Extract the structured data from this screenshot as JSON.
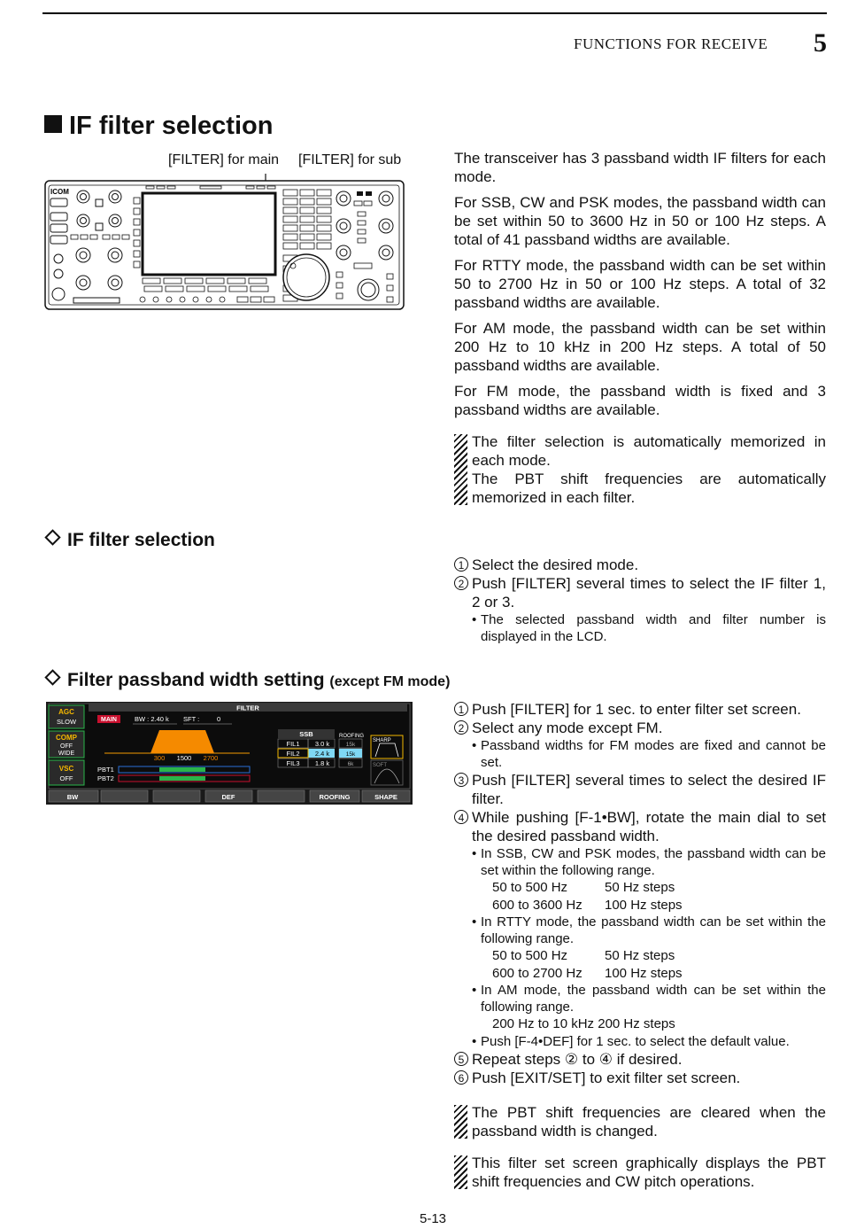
{
  "header": {
    "section": "FUNCTIONS FOR RECEIVE",
    "chapter": "5"
  },
  "title": "IF filter selection",
  "figure1": {
    "label_main": "[FILTER] for main",
    "label_sub": "[FILTER] for sub",
    "logo": "ICOM"
  },
  "intro": [
    "The transceiver has 3 passband width IF filters for each mode.",
    "For SSB, CW and PSK modes, the passband width can be set within 50 to 3600 Hz in 50 or 100 Hz steps. A total of 41 passband widths are available.",
    "For RTTY mode, the passband width can be set within 50 to 2700 Hz in 50 or 100 Hz steps. A total of 32 passband widths are available.",
    "For AM mode, the passband width can be set within 200 Hz to 10 kHz in 200 Hz steps. A total of 50 passband widths are available.",
    "For FM mode, the passband width is fixed and 3 passband widths are available."
  ],
  "notes1": [
    "The filter selection is automatically memorized in each mode.",
    "The PBT shift frequencies are automatically memorized in each filter."
  ],
  "sub1": {
    "title": "IF filter selection",
    "steps": [
      {
        "n": "1",
        "text": "Select the desired mode."
      },
      {
        "n": "2",
        "text": "Push [FILTER] several times to select the IF filter 1, 2 or 3."
      }
    ],
    "bullet": "The selected passband width and filter number is displayed in the LCD."
  },
  "sub2": {
    "title": "Filter passband width setting",
    "title_suffix": "(except FM mode)",
    "s1": "Push [FILTER] for 1 sec. to enter filter set screen.",
    "s2": "Select any mode except FM.",
    "s2b": "Passband widths for FM modes are fixed and cannot be set.",
    "s3": "Push [FILTER] several times to select the desired IF filter.",
    "s4": "While pushing [F-1•BW], rotate the main dial to set the desired passband width.",
    "s4b1": "In SSB, CW and PSK modes, the passband width can be set within the following range.",
    "r1a": "50 to 500 Hz",
    "r1b": "50 Hz steps",
    "r2a": "600 to 3600 Hz",
    "r2b": "100 Hz steps",
    "s4b2": "In RTTY mode, the passband width can be set within the following range.",
    "r3a": "50 to 500 Hz",
    "r3b": "50 Hz steps",
    "r4a": "600 to 2700 Hz",
    "r4b": "100 Hz steps",
    "s4b3": "In AM mode, the passband width can be set within the following range.",
    "r5": "200 Hz to 10 kHz 200 Hz steps",
    "s4b4": "Push [F-4•DEF] for 1 sec. to select the default value.",
    "s5": "Repeat steps ② to ④ if desired.",
    "s6": "Push [EXIT/SET] to exit filter set screen."
  },
  "notes2": [
    "The PBT shift frequencies are cleared when the passband width is changed.",
    "This filter set screen graphically displays the PBT shift frequencies and CW pitch operations."
  ],
  "lcd": {
    "title": "FILTER",
    "side": [
      {
        "a": "AGC",
        "b": "SLOW"
      },
      {
        "a": "COMP",
        "b": "OFF",
        "c": "WIDE"
      },
      {
        "a": "VSC",
        "b": "OFF"
      }
    ],
    "main_tag": "MAIN",
    "bw_label": "BW : 2.40 k",
    "sft_label": "SFT :",
    "sft_val": "0",
    "freq_l": "300",
    "freq_c": "1500",
    "freq_r": "2700",
    "pbt1": "PBT1",
    "pbt2": "PBT2",
    "mode": "SSB",
    "roofing": "ROOFING",
    "rows": [
      {
        "f": "FIL1",
        "v": "3.0 k",
        "r": "15k"
      },
      {
        "f": "FIL2",
        "v": "2.4 k",
        "r": "15k"
      },
      {
        "f": "FIL3",
        "v": "1.8 k",
        "r": "6k"
      }
    ],
    "sharp": "SHARP",
    "soft": "SOFT",
    "keys": [
      "BW",
      "",
      "",
      "DEF",
      "",
      "ROOFING",
      "SHAPE"
    ]
  },
  "page_number": "5-13"
}
